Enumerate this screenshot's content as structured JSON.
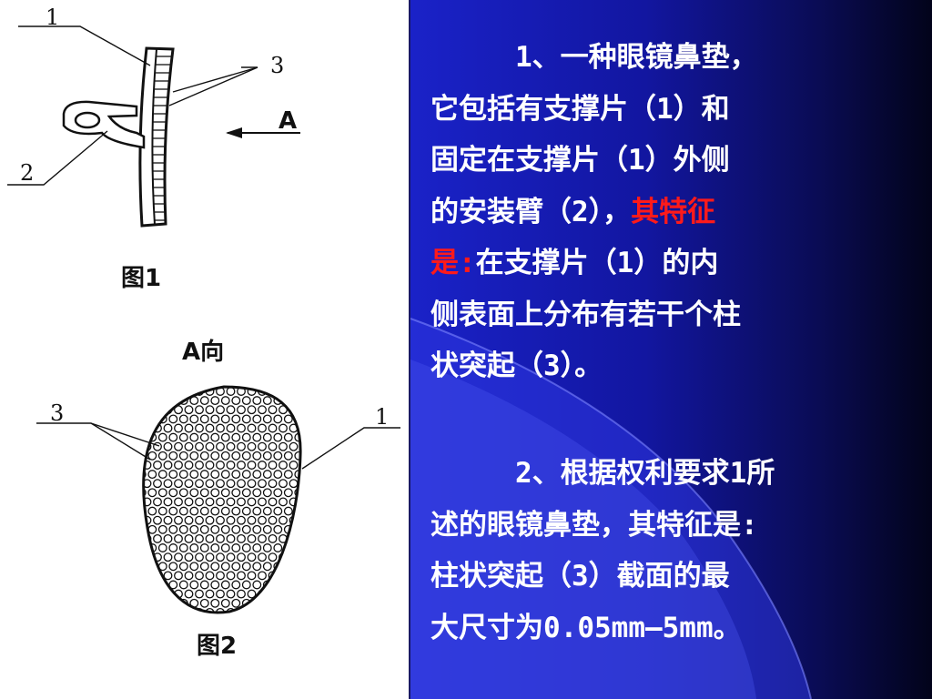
{
  "figure1": {
    "caption": "图1",
    "labels": {
      "support_piece": "1",
      "mounting_arm": "2",
      "protrusions": "3",
      "view_arrow": "A"
    }
  },
  "figure2": {
    "view_title": "A向",
    "caption": "图2",
    "labels": {
      "protrusions": "3",
      "support_piece": "1"
    }
  },
  "claim1": {
    "line1": "1、一种眼镜鼻垫，",
    "line2": "它包括有支撑片（1）和",
    "line3": "固定在支撑片（1）外侧",
    "line4_plain": "的安装臂（2），",
    "line4_red": "其特征",
    "line5_red": "是:",
    "line5_plain": "在支撑片（1）的内",
    "line6": "侧表面上分布有若干个柱",
    "line7": "状突起（3）。"
  },
  "claim2": {
    "line1": "2、根据权利要求1所",
    "line2": "述的眼镜鼻垫，其特征是:",
    "line3": "柱状突起（3）截面的最",
    "line4": "大尺寸为0.05mm—5mm。"
  },
  "colors": {
    "highlight": "#ff1a1a",
    "text": "#ffffff",
    "panel_blue": "#1a22c8"
  }
}
